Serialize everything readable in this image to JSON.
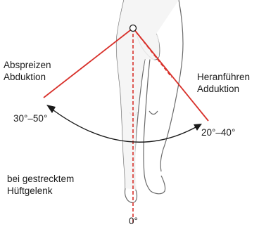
{
  "diagram": {
    "abduction": {
      "german": "Abspreizen",
      "latin": "Abduktion",
      "range": "30°–50°"
    },
    "adduction": {
      "german": "Heranführen",
      "latin": "Adduktion",
      "range": "20°–40°"
    },
    "condition": {
      "line1": "bei gestrecktem",
      "line2": "Hüftgelenk"
    },
    "zero_label": "0°",
    "colors": {
      "axis_red": "#d8302a",
      "outline": "#6b6b6b",
      "arc": "#1a1a1a",
      "body_fill": "#f4f4f4"
    }
  }
}
